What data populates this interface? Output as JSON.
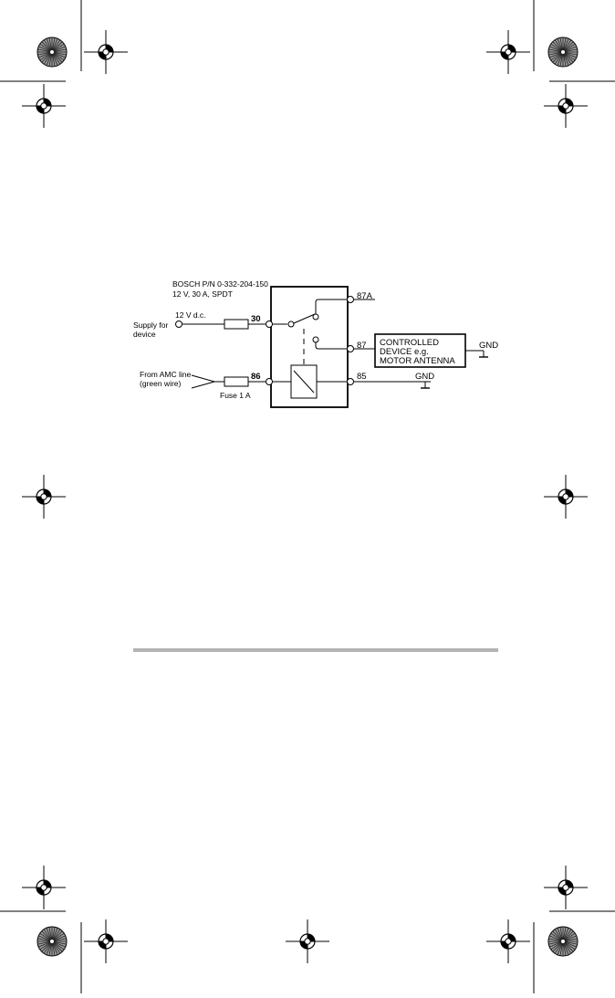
{
  "diagram": {
    "relay_part_number": "BOSCH P/N 0-332-204-150",
    "relay_rating": "12 V, 30 A, SPDT",
    "supply_voltage": "12 V d.c.",
    "supply_label_line1": "Supply for",
    "supply_label_line2": "device",
    "amc_label_line1": "From AMC line",
    "amc_label_line2": "(green wire)",
    "fuse_label": "Fuse 1 A",
    "terminals": {
      "t30": "30",
      "t86": "86",
      "t87a": "87A",
      "t87": "87",
      "t85": "85"
    },
    "device_line1": "CONTROLLED",
    "device_line2": "DEVICE e.g.",
    "device_line3": "MOTOR ANTENNA",
    "ground_device": "GND",
    "ground_coil": "GND"
  }
}
